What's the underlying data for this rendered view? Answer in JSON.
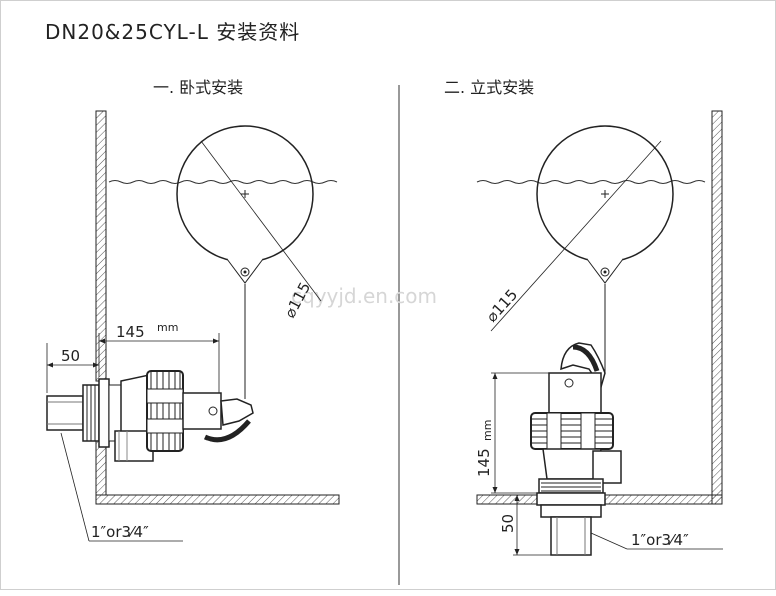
{
  "title": "DN20&25CYL-L 安装资料",
  "sections": {
    "horizontal": "一. 卧式安装",
    "vertical": "二. 立式安装"
  },
  "dimensions": {
    "length_145": "145",
    "unit_mm": "mm",
    "length_50": "50",
    "ball_diameter": "⌀115",
    "thread_size": "1″or3⁄4″"
  },
  "watermark": "cqyyjd.en.com",
  "colors": {
    "line": "#222222",
    "hatch": "#555555"
  }
}
